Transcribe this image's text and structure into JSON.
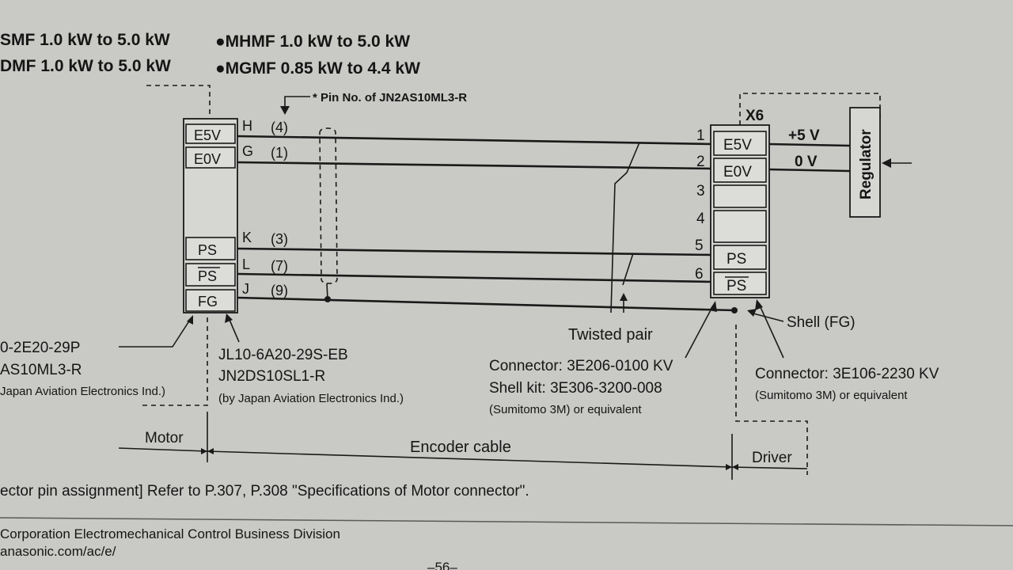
{
  "header": {
    "line1_left": "SMF  1.0 kW to 5.0 kW",
    "line1_right": "●MHMF  1.0 kW to 5.0 kW",
    "line2_left": "DMF  1.0 kW to 5.0 kW",
    "line2_right": "●MGMF  0.85 kW to 4.4 kW"
  },
  "pin_note": "* Pin No. of JN2AS10ML3-R",
  "motor_connector": {
    "cells": [
      "E5V",
      "E0V",
      "PS",
      "PS",
      "FG"
    ],
    "part_left_1": "0-2E20-29P",
    "part_left_2": "AS10ML3-R",
    "part_left_3": "Japan Aviation Electronics Ind.)",
    "part_right_1": "JL10-6A20-29S-EB",
    "part_right_2": "JN2DS10SL1-R",
    "part_right_3": "(by Japan Aviation Electronics Ind.)"
  },
  "wires": [
    {
      "pin": "H",
      "num": "(4)"
    },
    {
      "pin": "G",
      "num": "(1)"
    },
    {
      "pin": "K",
      "num": "(3)"
    },
    {
      "pin": "L",
      "num": "(7)"
    },
    {
      "pin": "J",
      "num": "(9)"
    }
  ],
  "driver": {
    "label": "X6",
    "pin_numbers": [
      "1",
      "2",
      "3",
      "4",
      "5",
      "6"
    ],
    "cells": [
      "E5V",
      "E0V",
      "",
      "",
      "PS",
      "PS"
    ],
    "plus5v": "+5 V",
    "zerov": "0 V",
    "regulator": "Regulator"
  },
  "labels": {
    "twisted_pair": "Twisted pair",
    "shell_fg": "Shell (FG)",
    "conn_a_1": "Connector: 3E206-0100 KV",
    "conn_a_2": "Shell kit: 3E306-3200-008",
    "conn_a_3": "(Sumitomo 3M) or equivalent",
    "conn_b_1": "Connector: 3E106-2230 KV",
    "conn_b_2": "(Sumitomo 3M) or equivalent",
    "motor": "Motor",
    "encoder_cable": "Encoder cable",
    "driver": "Driver"
  },
  "footer": {
    "refer": "ector pin assignment]  Refer to P.307, P.308 \"Specifications of Motor connector\".",
    "corp": "Corporation Electromechanical Control Business Division",
    "url": "anasonic.com/ac/e/",
    "page": "–56–"
  }
}
